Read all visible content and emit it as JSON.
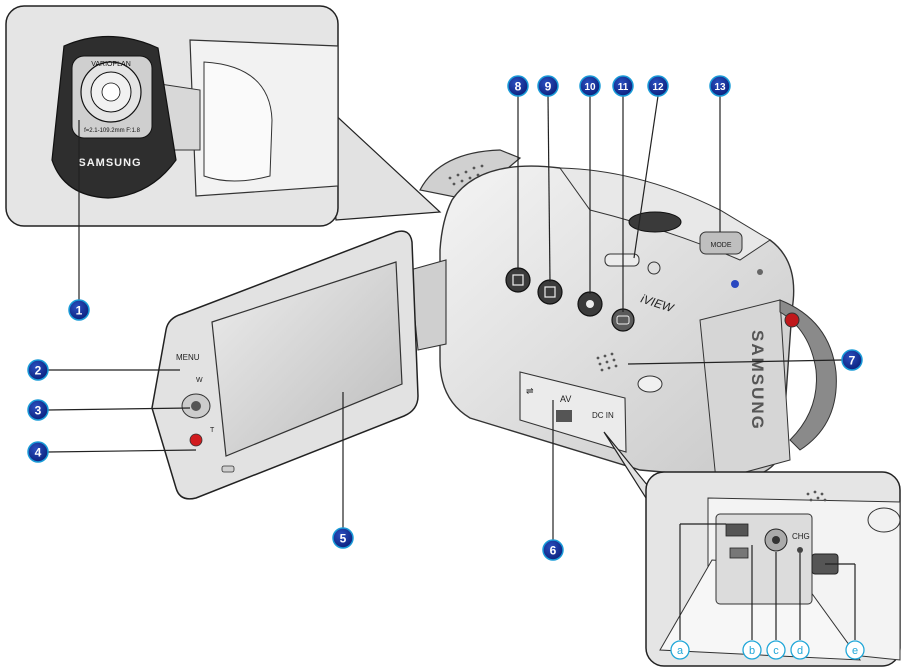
{
  "lens": {
    "brand_text": "VARIOPLAN",
    "spec_text": "f=2.1-109.2mm F:1.8",
    "maker_text": "SAMSUNG"
  },
  "lcd": {
    "menu_text": "MENU",
    "zoom_w": "W",
    "zoom_t": "T"
  },
  "body": {
    "iview_text": "iVIEW",
    "side_logo": "SAMSUNG",
    "mode_text": "MODE",
    "av_text": "AV",
    "dcin_text": "DC IN"
  },
  "inset": {
    "chg_text": "CHG"
  },
  "callouts": [
    "1",
    "2",
    "3",
    "4",
    "5",
    "6",
    "7",
    "8",
    "9",
    "10",
    "11",
    "12",
    "13"
  ],
  "sub_callouts": [
    "a",
    "b",
    "c",
    "d",
    "e"
  ],
  "colors": {
    "callout_fill": "#0b1f7a",
    "callout_ring": "#1a9cd8",
    "sub_callout_stroke": "#22a7d8",
    "inset_bg": "#e5e5e5",
    "body_fill": "#d9d9d9",
    "line": "#222222"
  }
}
